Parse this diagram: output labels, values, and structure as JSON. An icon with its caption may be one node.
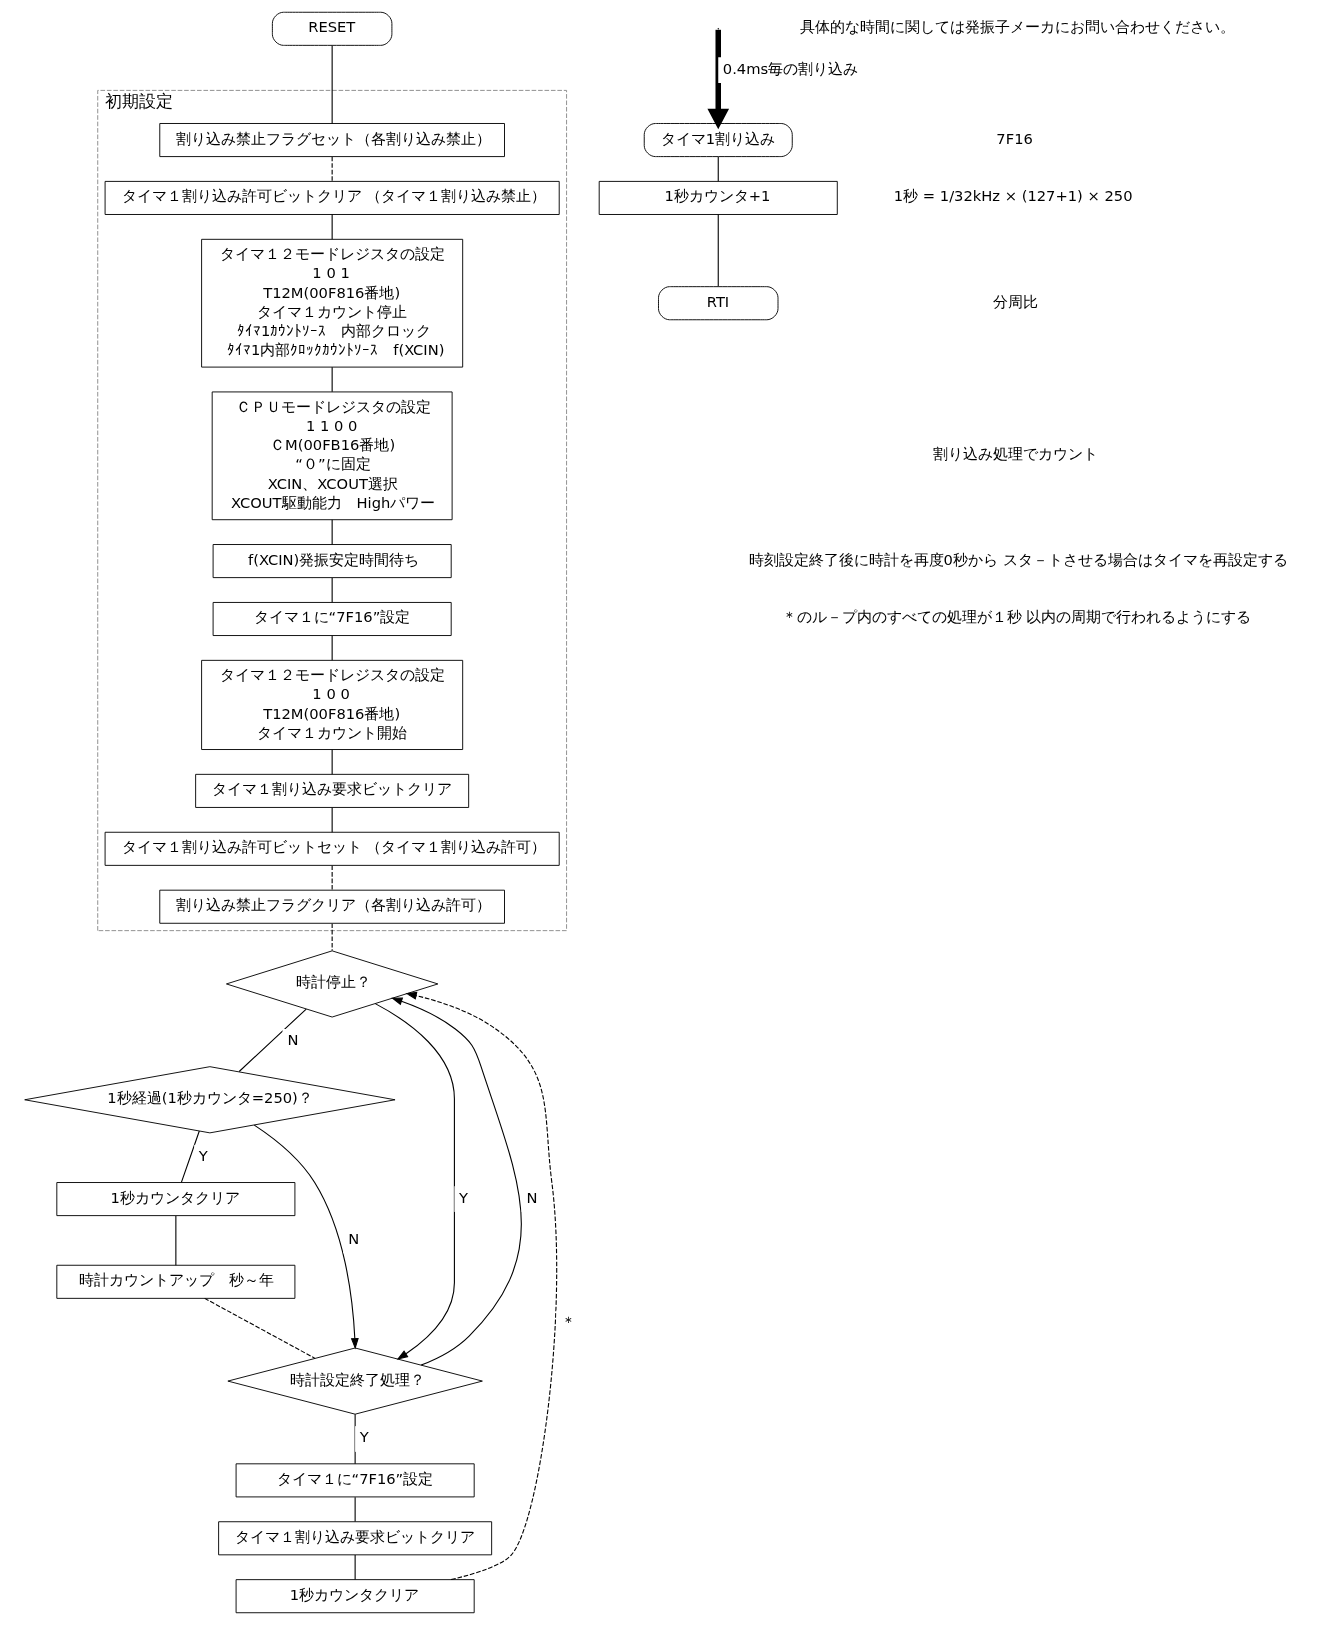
{
  "diagram": {
    "nodes": [
      {
        "text": [
          "RESET"
        ]
      },
      {
        "text": [
          "初期設定"
        ]
      },
      {
        "text": [
          "割り込み禁止フラグセット（各割り込み禁止）"
        ],
        "in": 1
      },
      {
        "text": [
          "タイマ１割り込み許可ビットクリア （タイマ１割り込み禁止）"
        ],
        "in": 1
      },
      {
        "text": [
          "タイマ１２モードレジスタの設定",
          "1 0 1",
          "T12M(00F816番地)",
          "タイマ１カウント停止",
          "ﾀｲﾏ1ｶｳﾝﾄｿｰｽ　内部クロック",
          "ﾀｲﾏ1内部ｸﾛｯｸｶｳﾝﾄｿｰｽ　f(XCIN)"
        ],
        "in": 1
      },
      {
        "text": [
          "ＣＰＵモードレジスタの設定",
          "1 1 0 0",
          "ＣM(00FB16番地)",
          "“０”に固定",
          "XCIN、XCOUT選択",
          "XCOUT駆動能力　Highパワー"
        ],
        "in": 1
      },
      {
        "text": [
          "f(XCIN)発振安定時間待ち"
        ],
        "in": 1
      },
      {
        "text": [
          "タイマ１に“7F16”設定"
        ],
        "in": 1
      },
      {
        "text": [
          "タイマ１２モードレジスタの設定",
          "1 0 0",
          "T12M(00F816番地)",
          "タイマ１カウント開始"
        ],
        "in": 1
      },
      {
        "text": [
          "タイマ１割り込み要求ビットクリア"
        ],
        "in": 1
      },
      {
        "text": [
          "タイマ１割り込み許可ビットセット （タイマ１割り込み許可）"
        ],
        "in": 1
      },
      {
        "text": [
          "割り込み禁止フラグクリア（各割り込み許可）"
        ],
        "in": 1
      },
      {
        "text": [
          "時計停止？"
        ]
      },
      {
        "text": [
          "1秒経過(1秒カウンタ=250)？"
        ]
      },
      {
        "text": [
          "1秒カウンタクリア"
        ]
      },
      {
        "text": [
          "時計カウントアップ　秒～年"
        ]
      },
      {
        "text": [
          "時計設定終了処理？"
        ]
      },
      {
        "text": [
          "タイマ１に“7F16”設定"
        ]
      },
      {
        "text": [
          "タイマ１割り込み要求ビットクリア"
        ]
      },
      {
        "text": [
          "1秒カウンタクリア"
        ]
      },
      {
        "text": [
          "タイマ1割り込み"
        ]
      },
      {
        "text": [
          "1秒カウンタ+1"
        ]
      },
      {
        "text": [
          "RTI"
        ]
      }
    ],
    "edges": [
      {
        "from": 0,
        "to": 2,
        "arrow": "none"
      },
      {
        "from": 2,
        "to": 3,
        "arrow": "none",
        "style": "dashed"
      },
      {
        "from": 3,
        "to": 4,
        "arrow": "none"
      },
      {
        "from": 4,
        "to": 5,
        "arrow": "none"
      },
      {
        "from": 5,
        "to": 6,
        "arrow": "none"
      },
      {
        "from": 6,
        "to": 7,
        "arrow": "none"
      },
      {
        "from": 7,
        "to": 8,
        "arrow": "none"
      },
      {
        "from": 8,
        "to": 9,
        "arrow": "none"
      },
      {
        "from": 9,
        "to": 10,
        "arrow": "none"
      },
      {
        "from": 10,
        "to": 11,
        "arrow": "none",
        "style": "dashed"
      },
      {
        "from": 11,
        "to": 12,
        "arrow": "none",
        "style": "dashed"
      },
      {
        "from": 12,
        "to": 13,
        "label": "N",
        "arrow": "none"
      },
      {
        "from": 12,
        "to": 16,
        "label": "Y",
        "arrow": "to"
      },
      {
        "from": 13,
        "to": 14,
        "label": "Y",
        "arrow": "none"
      },
      {
        "from": 13,
        "to": 16,
        "label": "N",
        "arrow": "to"
      },
      {
        "from": 14,
        "to": 15,
        "arrow": "none"
      },
      {
        "from": 15,
        "to": 16,
        "arrow": "none",
        "style": "dashed"
      },
      {
        "from": 16,
        "to": 17,
        "label": "Y",
        "arrow": "none"
      },
      {
        "from": 17,
        "to": 18,
        "arrow": "none"
      },
      {
        "from": 18,
        "to": 19,
        "arrow": "none"
      },
      {
        "from": 19,
        "to": 12,
        "label": "＊",
        "arrow": "to",
        "style": "dashed"
      },
      {
        "from": 16,
        "to": 12,
        "label": "N",
        "arrow": "to"
      },
      {
        "from": null,
        "to": 20,
        "label": "0.4ms毎の割り込み",
        "arrow": "to",
        "style": "thick"
      },
      {
        "from": 20,
        "to": 21,
        "arrow": "none"
      },
      {
        "from": 21,
        "to": 22,
        "arrow": "none"
      }
    ],
    "labels": [
      "具体的な時間に関しては発振子メーカにお問い合わせください。",
      "7F16",
      "1秒 = 1/32kHz × (127+1) × 250",
      "分周比",
      "割り込み処理でカウント",
      "時刻設定終了後に時計を再度0秒から スタ－トさせる場合はタイマを再設定する",
      "＊のル－プ内のすべての処理が１秒 以内の周期で行われるようにする"
    ]
  }
}
